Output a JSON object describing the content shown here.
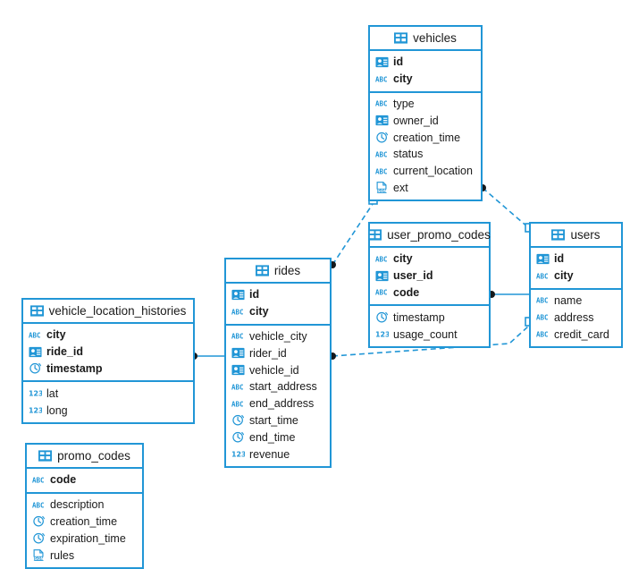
{
  "diagram": {
    "title": "database-er-diagram",
    "colors": {
      "accent": "#2196d6",
      "text": "#1a1a1a",
      "background": "#ffffff",
      "edge": "#2196d6"
    }
  },
  "tables": [
    {
      "id": "vehicles",
      "name": "vehicles",
      "icon": "table-icon",
      "keys": [
        {
          "name": "id",
          "icon": "key-id-icon"
        },
        {
          "name": "city",
          "icon": "abc-icon"
        }
      ],
      "columns": [
        {
          "name": "type",
          "icon": "abc-icon"
        },
        {
          "name": "owner_id",
          "icon": "key-id-icon"
        },
        {
          "name": "creation_time",
          "icon": "clock-icon"
        },
        {
          "name": "status",
          "icon": "abc-icon"
        },
        {
          "name": "current_location",
          "icon": "abc-icon"
        },
        {
          "name": "ext",
          "icon": "json-icon"
        }
      ]
    },
    {
      "id": "user_promo_codes",
      "name": "user_promo_codes",
      "icon": "table-icon",
      "keys": [
        {
          "name": "city",
          "icon": "abc-icon"
        },
        {
          "name": "user_id",
          "icon": "key-id-icon"
        },
        {
          "name": "code",
          "icon": "abc-icon"
        }
      ],
      "columns": [
        {
          "name": "timestamp",
          "icon": "clock-icon"
        },
        {
          "name": "usage_count",
          "icon": "number-icon"
        }
      ]
    },
    {
      "id": "users",
      "name": "users",
      "icon": "table-icon",
      "keys": [
        {
          "name": "id",
          "icon": "key-id-icon"
        },
        {
          "name": "city",
          "icon": "abc-icon"
        }
      ],
      "columns": [
        {
          "name": "name",
          "icon": "abc-icon"
        },
        {
          "name": "address",
          "icon": "abc-icon"
        },
        {
          "name": "credit_card",
          "icon": "abc-icon"
        }
      ]
    },
    {
      "id": "rides",
      "name": "rides",
      "icon": "table-icon",
      "keys": [
        {
          "name": "id",
          "icon": "key-id-icon"
        },
        {
          "name": "city",
          "icon": "abc-icon"
        }
      ],
      "columns": [
        {
          "name": "vehicle_city",
          "icon": "abc-icon"
        },
        {
          "name": "rider_id",
          "icon": "key-id-icon"
        },
        {
          "name": "vehicle_id",
          "icon": "key-id-icon"
        },
        {
          "name": "start_address",
          "icon": "abc-icon"
        },
        {
          "name": "end_address",
          "icon": "abc-icon"
        },
        {
          "name": "start_time",
          "icon": "clock-icon"
        },
        {
          "name": "end_time",
          "icon": "clock-icon"
        },
        {
          "name": "revenue",
          "icon": "number-icon"
        }
      ]
    },
    {
      "id": "vehicle_location_histories",
      "name": "vehicle_location_histories",
      "icon": "table-icon",
      "keys": [
        {
          "name": "city",
          "icon": "abc-icon"
        },
        {
          "name": "ride_id",
          "icon": "key-id-icon"
        },
        {
          "name": "timestamp",
          "icon": "clock-icon"
        }
      ],
      "columns": [
        {
          "name": "lat",
          "icon": "number-icon"
        },
        {
          "name": "long",
          "icon": "number-icon"
        }
      ]
    },
    {
      "id": "promo_codes",
      "name": "promo_codes",
      "icon": "table-icon",
      "keys": [
        {
          "name": "code",
          "icon": "abc-icon"
        }
      ],
      "columns": [
        {
          "name": "description",
          "icon": "abc-icon"
        },
        {
          "name": "creation_time",
          "icon": "clock-icon"
        },
        {
          "name": "expiration_time",
          "icon": "clock-icon"
        },
        {
          "name": "rules",
          "icon": "json-icon"
        }
      ]
    }
  ],
  "relationships": [
    {
      "id": "vlh-rides",
      "from": "vehicle_location_histories",
      "to": "rides",
      "style": "solid",
      "from_marker": "dot",
      "to_marker": "none"
    },
    {
      "id": "upc-users",
      "from": "user_promo_codes",
      "to": "users",
      "style": "solid",
      "from_marker": "dot",
      "to_marker": "none"
    },
    {
      "id": "rides-vehicles",
      "from": "rides",
      "to": "vehicles",
      "style": "dashed",
      "from_marker": "dot",
      "to_marker": "square"
    },
    {
      "id": "rides-users",
      "from": "rides",
      "to": "users",
      "style": "dashed",
      "from_marker": "dot",
      "to_marker": "square"
    },
    {
      "id": "vehicles-users",
      "from": "vehicles",
      "to": "users",
      "style": "dashed",
      "from_marker": "dot",
      "to_marker": "square"
    }
  ]
}
